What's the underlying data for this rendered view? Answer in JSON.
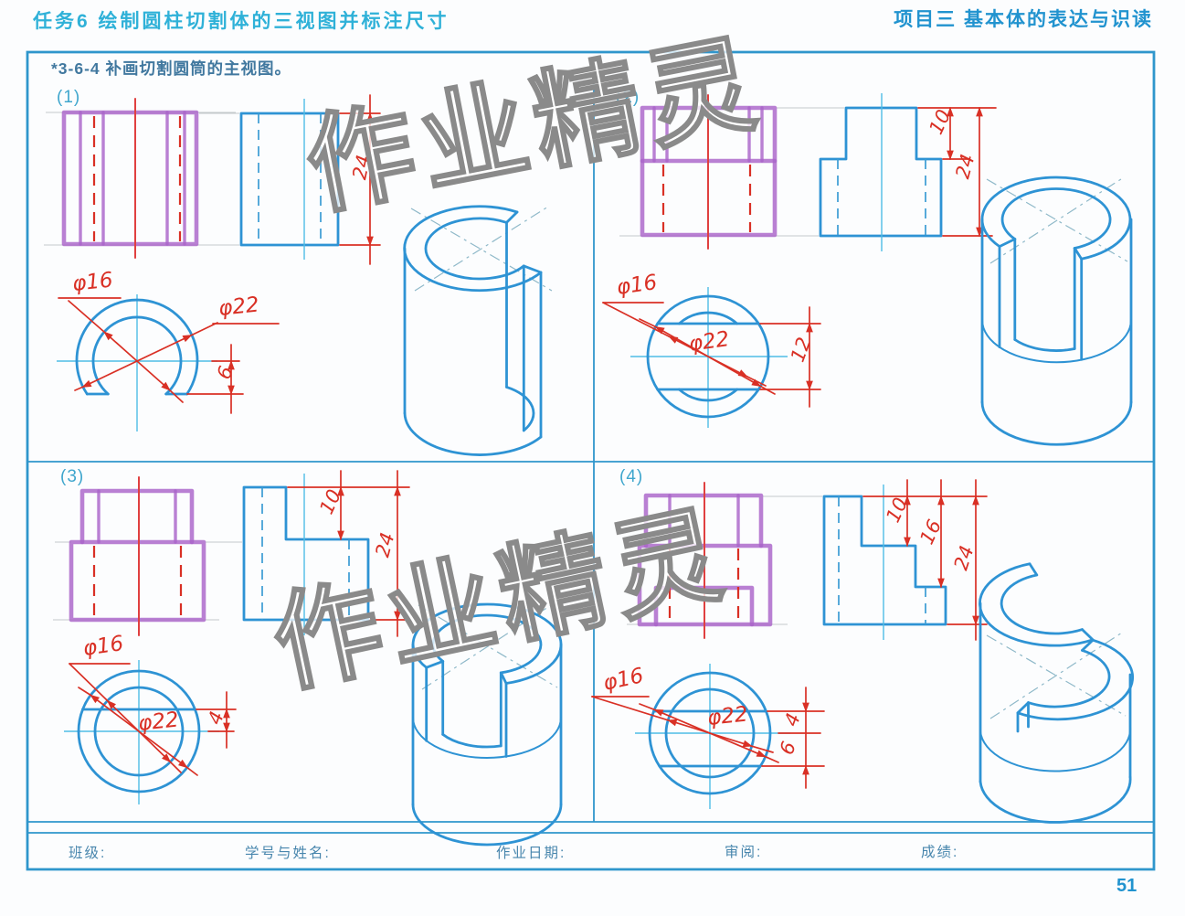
{
  "header": {
    "task": "任务6  绘制圆柱切割体的三视图并标注尺寸",
    "project": "项目三  基本体的表达与识读"
  },
  "subtitle": "*3-6-4  补画切割圆筒的主视图。",
  "watermark": "作业精灵",
  "page_number": "51",
  "footer": {
    "class_label": "班级:",
    "student_label": "学号与姓名:",
    "date_label": "作业日期:",
    "review_label": "审阅:",
    "grade_label": "成绩:"
  },
  "quadrants": {
    "q1": {
      "label": "(1)",
      "phi_inner": "φ16",
      "phi_outer": "φ22",
      "height": "24",
      "cut": "6"
    },
    "q2": {
      "label": "(2)",
      "phi_inner": "φ16",
      "phi_outer": "φ22",
      "step": "10",
      "height": "24",
      "slot": "12"
    },
    "q3": {
      "label": "(3)",
      "phi_inner": "φ16",
      "phi_outer": "φ22",
      "step": "10",
      "height": "24",
      "cut": "4"
    },
    "q4": {
      "label": "(4)",
      "phi_inner": "φ16",
      "phi_outer": "φ22",
      "step1": "10",
      "step2": "16",
      "height": "24",
      "cut_top": "4",
      "cut_bottom": "6"
    }
  },
  "colors": {
    "print_blue": "#2f96cc",
    "drawing_blue": "#2e93d4",
    "centerline_cyan": "#4fbde6",
    "dimension_red": "#d93025",
    "pencil_purple": "#a964c9",
    "watermark_gray": "#8a8a8a"
  }
}
